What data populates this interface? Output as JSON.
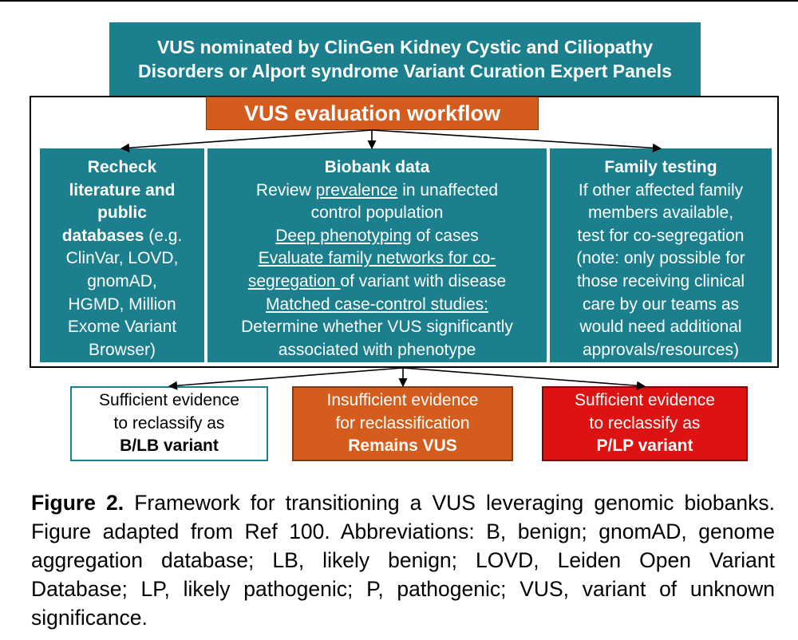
{
  "nominated_box": {
    "line1": "VUS nominated by ClinGen Kidney Cystic and Ciliopathy",
    "line2": "Disorders or Alport syndrome Variant Curation Expert Panels"
  },
  "workflow_box": {
    "title": "VUS evaluation workflow"
  },
  "columns": {
    "literature": {
      "title_l1": "Recheck",
      "title_l2": "literature and",
      "title_l3": "public",
      "title_l4": "databases",
      "tail_l4": " (e.g.",
      "l5": "ClinVar, LOVD,",
      "l6": "gnomAD,",
      "l7": "HGMD, Million",
      "l8": "Exome Variant",
      "l9": "Browser)"
    },
    "biobank": {
      "title": "Biobank data",
      "l2_pre": "Review ",
      "l2_u": "prevalence",
      "l2_post": " in unaffected",
      "l3": "control population",
      "l4_u": "Deep phenotyping",
      "l4_post": " of cases",
      "l5_u": "Evaluate family networks for co-",
      "l6_u": "segregation ",
      "l6_post": "of variant with disease",
      "l7_u": "Matched case-control studies:",
      "l8": "Determine whether VUS significantly",
      "l9": "associated with phenotype"
    },
    "family": {
      "title": "Family testing",
      "l2": "If other affected family",
      "l3": "members available,",
      "l4": "test for co-segregation",
      "l5": "(note: only possible for",
      "l6": "those receiving clinical",
      "l7": "care by our teams as",
      "l8": "would need additional",
      "l9": "approvals/resources)"
    }
  },
  "outcomes": {
    "benign": {
      "l1": "Sufficient evidence",
      "l2": "to reclassify as",
      "l3": "B/LB variant"
    },
    "vus": {
      "l1": "Insufficient evidence",
      "l2": "for reclassification",
      "l3": "Remains VUS"
    },
    "pathogenic": {
      "l1": "Sufficient evidence",
      "l2": "to reclassify as",
      "l3": "P/LP variant"
    }
  },
  "caption": {
    "label": "Figure 2.",
    "text": " Framework for transitioning a VUS leveraging genomic biobanks. Figure adapted from Ref 100. Abbreviations: B, benign; gnomAD, genome aggregation database; LB, likely benign; LOVD, Leiden Open Variant Database; LP, likely pathogenic; P, pathogenic; VUS, variant of unknown significance."
  },
  "colors": {
    "teal": "#1c7f8d",
    "orange": "#d45d1d",
    "red": "#dd1212"
  }
}
